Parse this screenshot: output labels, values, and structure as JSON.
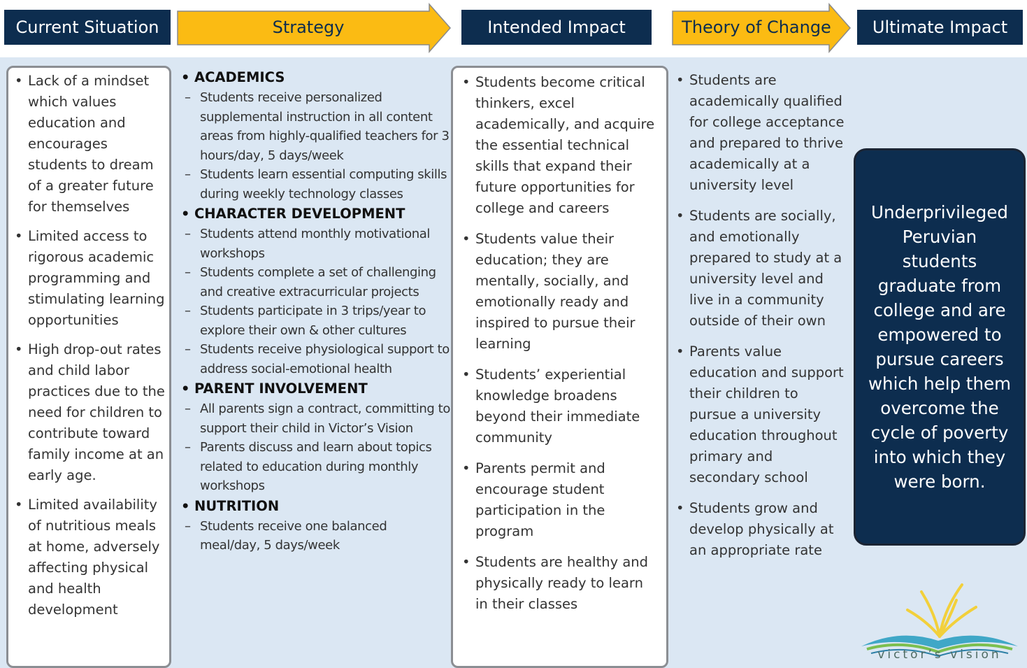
{
  "header": {
    "current_situation": "Current Situation",
    "strategy": "Strategy",
    "intended_impact": "Intended Impact",
    "theory_of_change": "Theory of Change",
    "ultimate_impact": "Ultimate Impact"
  },
  "colors": {
    "navy": "#0d2d4f",
    "arrow_yellow": "#fbbb13",
    "panel_blue": "#dbe7f3",
    "border_gray": "#8b8e93"
  },
  "current_situation": {
    "items": [
      "Lack of a mindset which values education and encourages students to dream of a greater future for themselves",
      "Limited access to rigorous academic programming and stimulating learning opportunities",
      "High drop-out rates and child labor practices due to the need for children to contribute toward family income at an early age.",
      "Limited availability of nutritious meals at home, adversely affecting physical and health development"
    ]
  },
  "strategy": {
    "sections": [
      {
        "title": "ACADEMICS",
        "items": [
          "Students receive personalized supplemental instruction in all content areas from highly-qualified teachers for 3 hours/day, 5 days/week",
          "Students learn essential computing skills during weekly technology classes"
        ]
      },
      {
        "title": "CHARACTER DEVELOPMENT",
        "items": [
          "Students attend monthly motivational workshops",
          "Students complete a set of challenging and creative extracurricular projects",
          "Students participate in 3 trips/year to explore their own & other cultures",
          "Students receive physiological support to address social-emotional health"
        ]
      },
      {
        "title": "PARENT INVOLVEMENT",
        "items": [
          "All parents sign a contract, committing to support their child in Victor’s Vision",
          "Parents discuss and learn about topics related to education during monthly workshops"
        ]
      },
      {
        "title": "NUTRITION",
        "items": [
          "Students receive one balanced meal/day, 5 days/week"
        ]
      }
    ]
  },
  "intended_impact": {
    "items": [
      "Students become critical thinkers, excel academically, and acquire the essential technical skills that expand their future opportunities for college and careers",
      "Students value their education; they are mentally, socially, and emotionally ready and inspired to pursue their learning",
      "Students’ experiential knowledge broadens beyond their immediate community",
      "Parents permit and encourage student participation in the program",
      "Students are healthy and physically ready to learn in their classes"
    ]
  },
  "theory_of_change": {
    "items": [
      "Students are academically qualified for college acceptance and prepared to thrive academically at a university level",
      "Students are socially, and emotionally prepared to study at a university level and live in a community outside of their own",
      "Parents value education and support their children to pursue a university education throughout primary and secondary school",
      "Students grow and develop physically at an appropriate rate"
    ]
  },
  "ultimate_impact": {
    "text": "Underprivileged Peruvian students graduate from college and are empowered to pursue careers which help them overcome the cycle of poverty into which they were born."
  },
  "logo": {
    "text": "victor’s vision",
    "icon": "open-book-sunrise-logo"
  }
}
